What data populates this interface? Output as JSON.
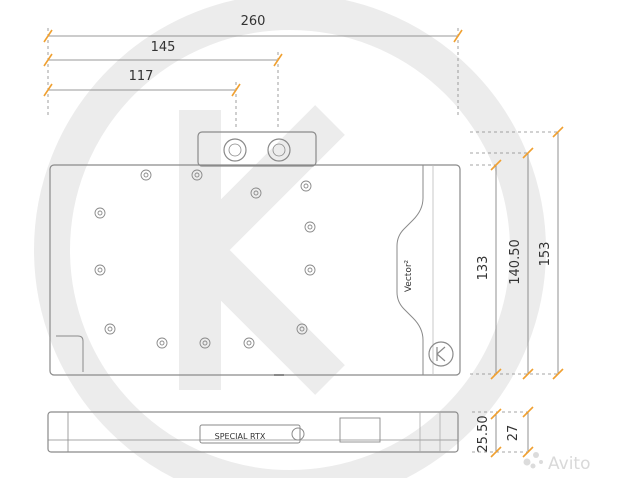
{
  "dimensions": {
    "top": [
      "260",
      "145",
      "117"
    ],
    "side": [
      "133",
      "140.50",
      "153"
    ],
    "thickness": [
      "25.50",
      "27"
    ]
  },
  "labels": {
    "model": "Vector²",
    "side_plate": "SPECIAL RTX",
    "watermark": "Avito"
  },
  "colors": {
    "accent": "#f0a030",
    "outline": "#8a8a8a",
    "watermark": "#e6e6e6"
  }
}
